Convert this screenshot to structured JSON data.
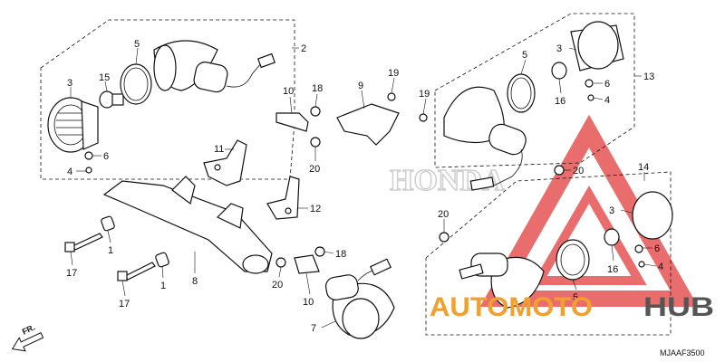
{
  "diagram": {
    "code": "MJAAF3500",
    "direction": "FR.",
    "brand_watermark": "HONDA",
    "watermark": {
      "part1": "AUTOMOTO",
      "part2": "HUB",
      "color1": "#f0a030",
      "color2": "#555555",
      "triangle_color": "#e03030"
    }
  },
  "callouts": {
    "c2": "2",
    "c5a": "5",
    "c15": "15",
    "c3a": "3",
    "c6a": "6",
    "c4a": "4",
    "c10a": "10",
    "c18a": "18",
    "c9": "9",
    "c19a": "19",
    "c19b": "19",
    "c11": "11",
    "c20a": "20",
    "c12": "12",
    "c5b": "5",
    "c3b": "3",
    "c13": "13",
    "c16a": "16",
    "c6b": "6",
    "c4b": "4",
    "c20b": "20",
    "c14": "14",
    "c20c": "20",
    "c3c": "3",
    "c6c": "6",
    "c16b": "16",
    "c4c": "4",
    "c5c": "5",
    "c1a": "1",
    "c17a": "17",
    "c1b": "1",
    "c17b": "17",
    "c8": "8",
    "c18b": "18",
    "c20d": "20",
    "c10b": "10",
    "c7": "7"
  }
}
